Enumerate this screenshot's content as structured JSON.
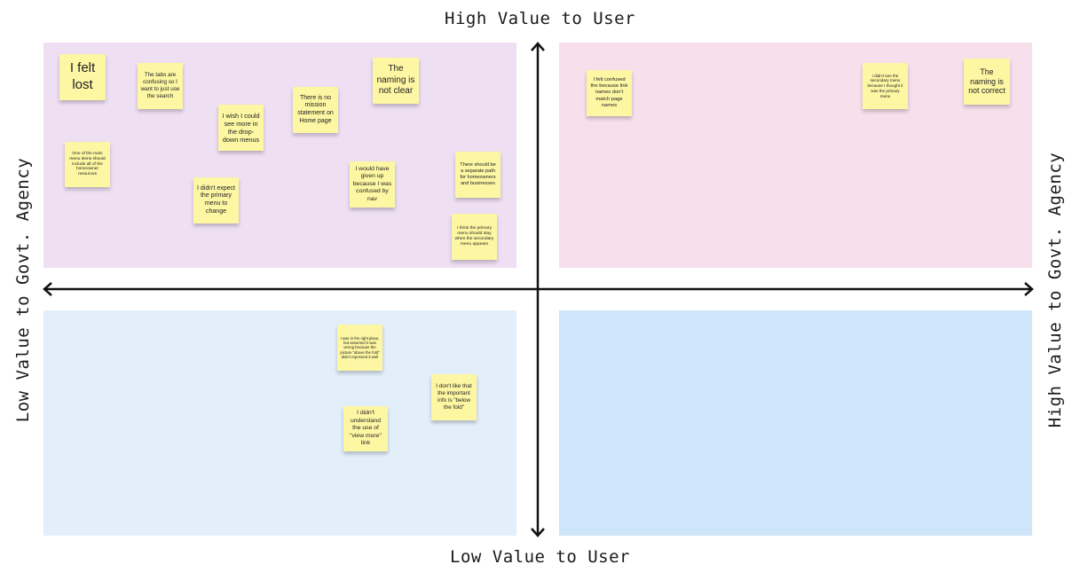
{
  "axes": {
    "top": "High Value to User",
    "bottom": "Low Value to User",
    "left": "Low Value to Govt. Agency",
    "right": "High Value to Govt. Agency"
  },
  "quadrants": {
    "top_left_color": "#eedff3",
    "top_right_color": "#f7dfeb",
    "bottom_left_color": "#e2eefa",
    "bottom_right_color": "#cfe5fa"
  },
  "note_color": "#fdf6a3",
  "notes": {
    "tl": [
      "I felt lost",
      "The tabs are confusing so I want to just use the search",
      "The naming is not clear",
      "There is no mission statement on Home page",
      "I wish I could see more in the drop-down menus",
      "One of the main menu items should include all of the homeowner resources",
      "I would have given up because I was confused by nav",
      "There should be a separate path for homeowners and businesses",
      "I didn't expect the primary menu to change",
      "I think the primary menu should stay when the secondary menu appears"
    ],
    "tr": [
      "I felt confused the because link names don't match page names",
      "I didn't see the secondary menu because I thought it was the primary menu",
      "The naming is not correct"
    ],
    "bl": [
      "I was in the right place, but assumed it was wrong because the picture \"above the fold\" didn't represent it well",
      "I don't like that the important info is \"below the fold\"",
      "I didn't understand the use of \"view more\" link"
    ]
  }
}
